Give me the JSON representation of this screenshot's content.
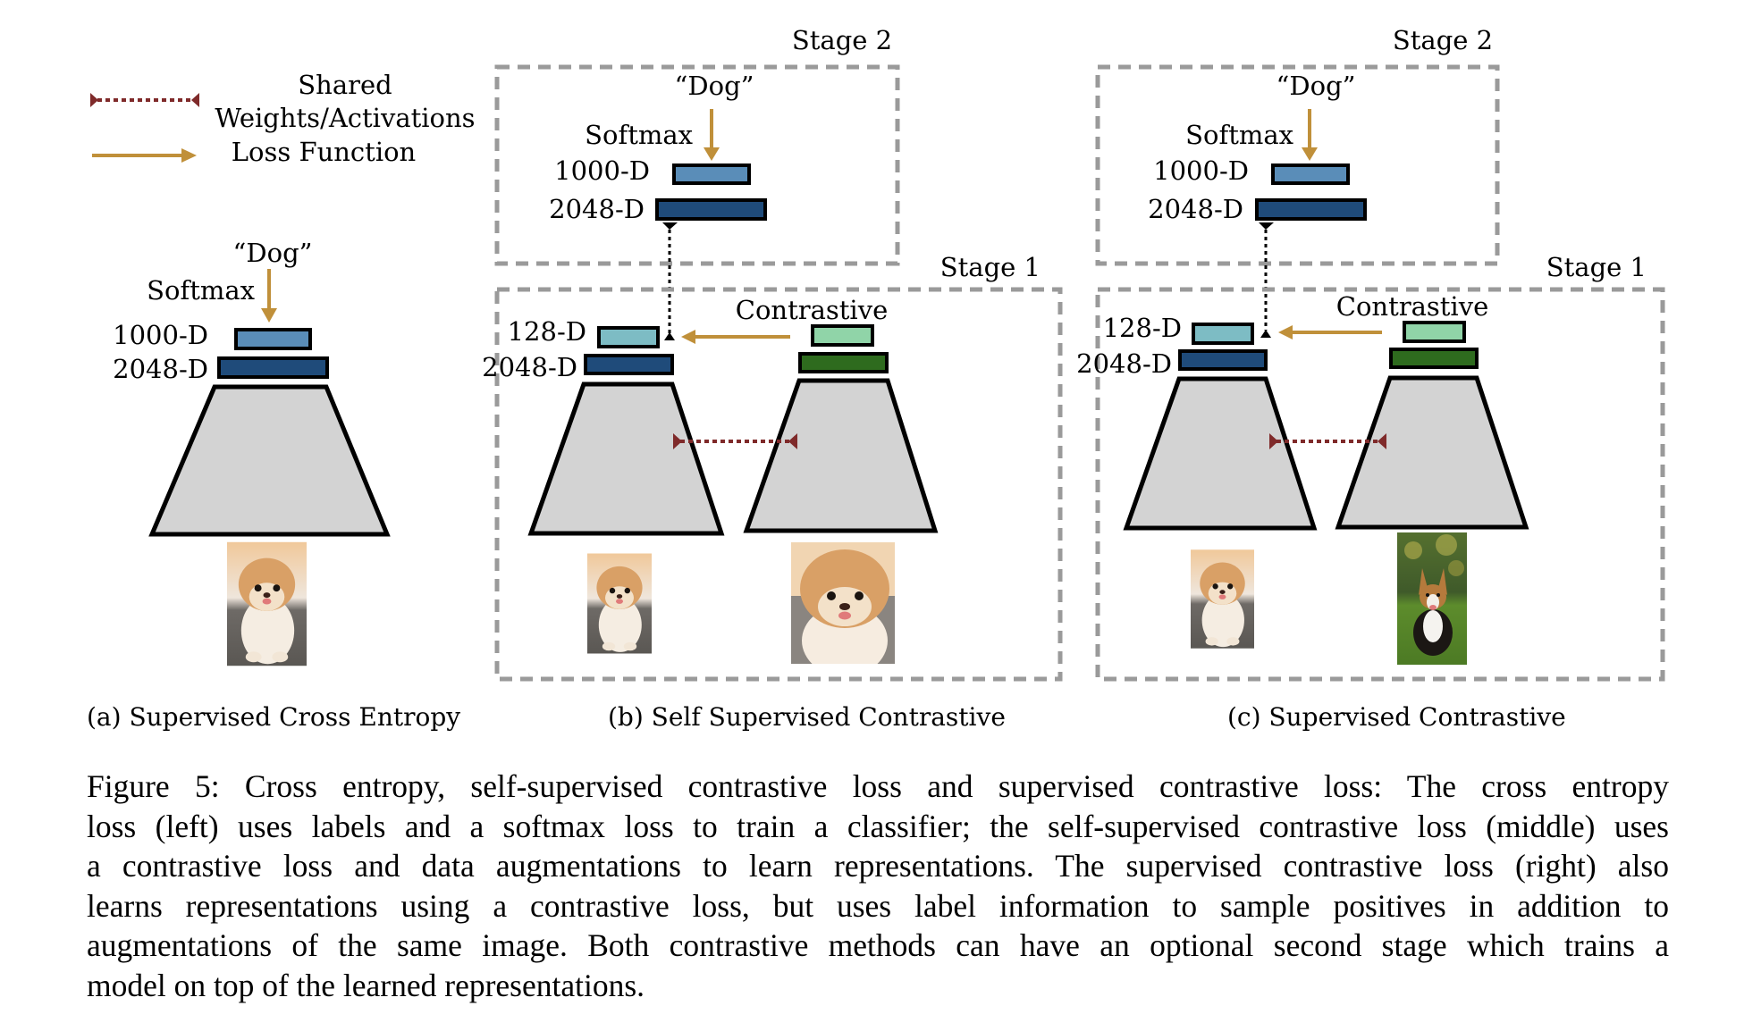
{
  "colors": {
    "shared_arrow": "#7f2a2a",
    "loss_arrow": "#c0903a",
    "dashed_border": "#9a9a9a",
    "encoder_fill": "#d3d3d3",
    "box_1000d": "#5a8db8",
    "box_2048d": "#1f4b7a",
    "box_128d": "#7dbcc4",
    "box_128d_pos": "#90d4a8",
    "box_2048d_pos": "#2e6b1e"
  },
  "legend": {
    "shared_line1": "Shared",
    "shared_line2": "Weights/Activations",
    "loss": "Loss Function"
  },
  "panel_a": {
    "label_dog": "“Dog”",
    "label_softmax": "Softmax",
    "label_1000d": "1000-D",
    "label_2048d": "2048-D",
    "image": "pomeranian-dog",
    "subcaption": "(a) Supervised Cross Entropy"
  },
  "panel_b": {
    "stage2": "Stage 2",
    "stage1": "Stage 1",
    "label_dog": "“Dog”",
    "label_softmax": "Softmax",
    "label_1000d": "1000-D",
    "label_2048d_s2": "2048-D",
    "label_128d": "128-D",
    "label_2048d_s1": "2048-D",
    "label_contrastive": "Contrastive",
    "image_left": "pomeranian-dog",
    "image_right": "pomeranian-dog-augmented-crop",
    "subcaption": "(b) Self Supervised Contrastive"
  },
  "panel_c": {
    "stage2": "Stage 2",
    "stage1": "Stage 1",
    "label_dog": "“Dog”",
    "label_softmax": "Softmax",
    "label_1000d": "1000-D",
    "label_2048d_s2": "2048-D",
    "label_128d": "128-D",
    "label_2048d_s1": "2048-D",
    "label_contrastive": "Contrastive",
    "image_left": "pomeranian-dog",
    "image_right": "corgi-dog-on-grass",
    "subcaption": "(c) Supervised Contrastive"
  },
  "caption": {
    "lines": [
      "Figure 5: Cross entropy, self-supervised contrastive loss and supervised contrastive loss: The cross entropy",
      "loss (left) uses labels and a softmax loss to train a classifier; the self-supervised contrastive loss (middle) uses",
      "a contrastive loss and data augmentations to learn representations. The supervised contrastive loss (right) also",
      "learns representations using a contrastive loss, but uses label information to sample positives in addition to",
      "augmentations of the same image. Both contrastive methods can have an optional second stage which trains a",
      "model on top of the learned representations."
    ]
  }
}
